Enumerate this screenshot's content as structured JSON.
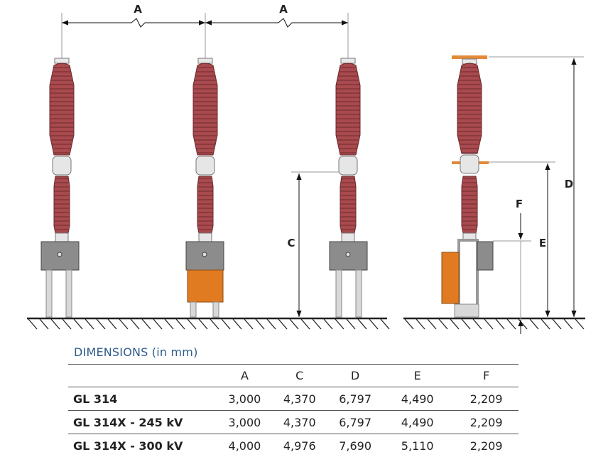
{
  "labels": {
    "A": "A",
    "C": "C",
    "D": "D",
    "E": "E",
    "F": "F"
  },
  "colors": {
    "insulator": "#a94a4e",
    "insulator_dark": "#7e2f33",
    "cabinet": "#8c8c8c",
    "cabinet_orange": "#e07b22",
    "support": "#d8d8d8",
    "flange_orange": "#e3893a",
    "title_blue": "#2f5d8c"
  },
  "table": {
    "title": "DIMENSIONS (in mm)",
    "headers": [
      "",
      "A",
      "C",
      "D",
      "E",
      "F"
    ],
    "rows": [
      {
        "model": "GL 314",
        "values": [
          "3,000",
          "4,370",
          "6,797",
          "4,490",
          "2,209"
        ]
      },
      {
        "model": "GL 314X - 245 kV",
        "values": [
          "3,000",
          "4,370",
          "6,797",
          "4,490",
          "2,209"
        ]
      },
      {
        "model": "GL 314X - 300 kV",
        "values": [
          "4,000",
          "4,976",
          "7,690",
          "5,110",
          "2,209"
        ]
      }
    ]
  }
}
